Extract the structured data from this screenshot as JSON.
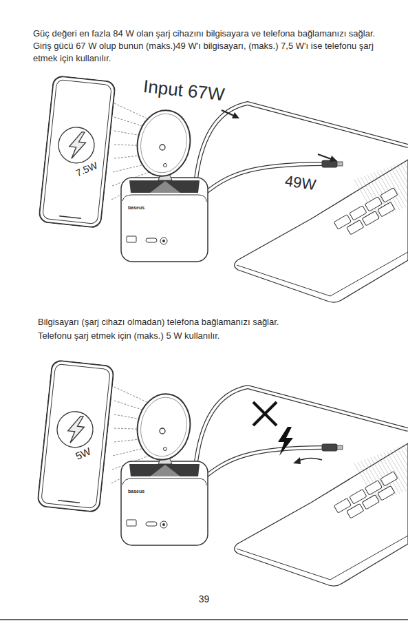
{
  "diagram": {
    "nodes": [
      {
        "text": [
          "7.5W"
        ]
      },
      {
        "text": [
          "5W"
        ]
      }
    ],
    "labels": [
      "Güç değeri en fazla 84 W olan şarj cihazını bilgisayara ve telefona bağlamanızı sağlar.",
      "Giriş gücü 67 W olup bunun (maks.)49 W'ı bilgisayarı, (maks.) 7,5 W'ı ise telefonu şarj etmek için kullanılır.",
      "Input 67W",
      "49W",
      "baseus",
      "Bilgisayarı (şarj cihazı olmadan) telefona bağlamanızı sağlar.",
      "Telefonu şarj etmek için (maks.) 5 W kullanılır.",
      "baseus",
      "39"
    ]
  }
}
